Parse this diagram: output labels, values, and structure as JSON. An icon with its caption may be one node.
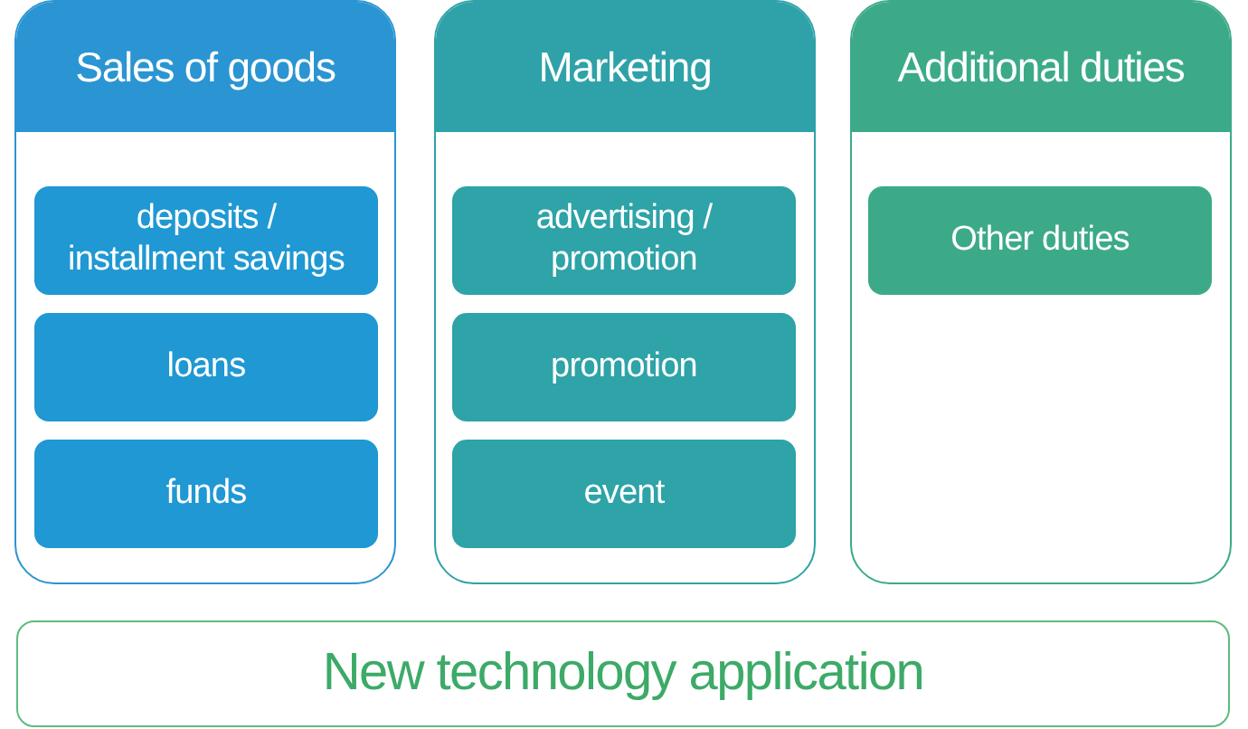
{
  "diagram": {
    "nodes": [
      {
        "text": [
          "Sales of goods"
        ]
      },
      {
        "text": [
          "deposits / installment savings"
        ],
        "in": 0
      },
      {
        "text": [
          "loans"
        ],
        "in": 0
      },
      {
        "text": [
          "funds"
        ],
        "in": 0
      },
      {
        "text": [
          "Marketing"
        ]
      },
      {
        "text": [
          "advertising / promotion"
        ],
        "in": 4
      },
      {
        "text": [
          "promotion"
        ],
        "in": 4
      },
      {
        "text": [
          "event"
        ],
        "in": 4
      },
      {
        "text": [
          "Additional duties"
        ]
      },
      {
        "text": [
          "Other duties"
        ],
        "in": 8
      },
      {
        "text": [
          "New technology application"
        ]
      }
    ]
  }
}
